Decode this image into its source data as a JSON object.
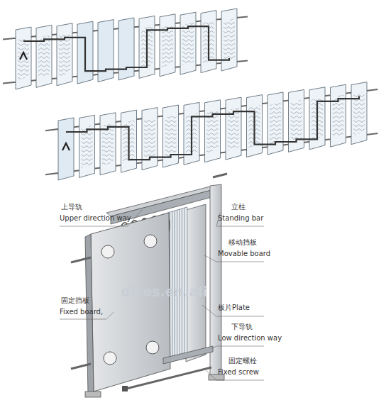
{
  "diagram": {
    "labels": [
      "上导轨",
      "Upper direction way",
      "立柱",
      "Standing bar",
      "移动挡板",
      "Movable board",
      "固定挡板",
      "Fixed board,",
      "板片Plate",
      "下导轨",
      "Low direction way",
      "固定螺栓",
      "Fixed screw",
      "dices.en.ali"
    ]
  }
}
